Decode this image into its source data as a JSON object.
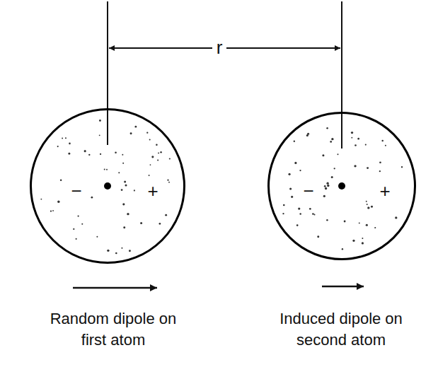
{
  "diagram": {
    "nodes": [
      {
        "text": [
          "−",
          "+"
        ]
      },
      {
        "text": [
          "−",
          "+"
        ]
      }
    ],
    "labels": [
      "r",
      "Random dipole on first atom",
      "Induced dipole on second atom"
    ]
  }
}
